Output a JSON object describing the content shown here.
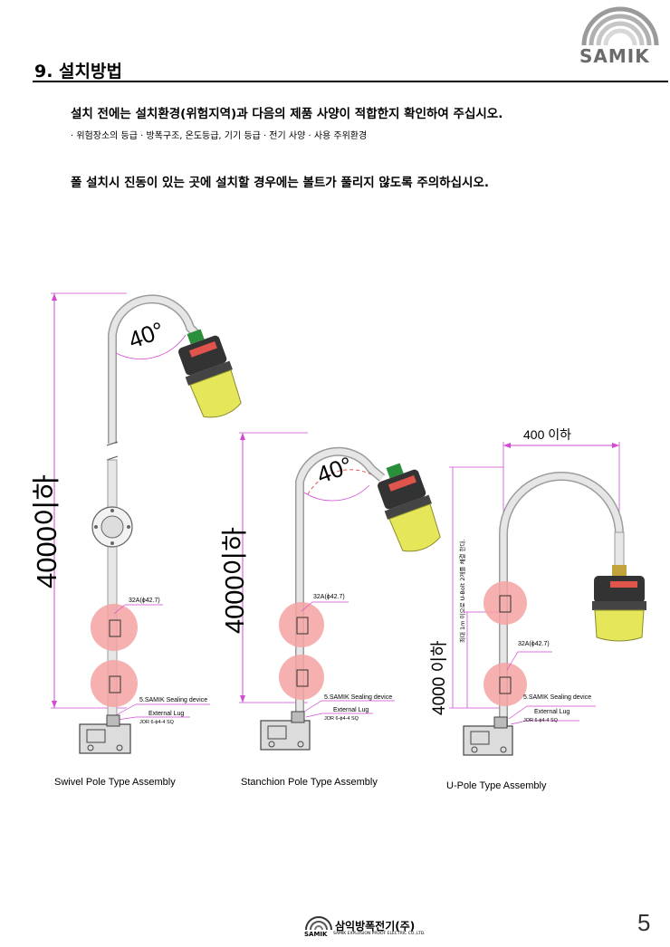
{
  "header": {
    "section_title": "9. 설치방법",
    "logo_text": "SAMIK"
  },
  "intro": {
    "line1": "설치 전에는 설치환경(위험지역)과 다음의 제품 사양이 적합한지 확인하여 주십시오.",
    "line2": "· 위험장소의 등급 · 방폭구조, 온도등급, 기기 등급 · 전기 사양 · 사용 주위환경",
    "line3": "폴 설치시 진동이 있는 곳에 설치할 경우에는 볼트가 풀리지 않도록 주의하십시오."
  },
  "figures": {
    "swivel": {
      "height_label": "4000이하",
      "angle_label": "40°",
      "pipe_label": "32A(ϕ42.7)",
      "sealing_label": "5.SAMIK Sealing device",
      "lug_label": "External Lug",
      "lug_spec": "JOR 6-ϕ4-4 SQ",
      "caption": "Swivel Pole Type Assembly"
    },
    "stanchion": {
      "height_label": "4000이하",
      "angle_label": "40°",
      "pipe_label": "32A(ϕ42.7)",
      "sealing_label": "5.SAMIK Sealing device",
      "lug_label": "External Lug",
      "lug_spec": "JOR 6-ϕ4-4 SQ",
      "caption": "Stanchion Pole Type Assembly"
    },
    "upole": {
      "width_label": "400 이하",
      "height_label": "4000 이하",
      "note_label": "최대 1m 이으로 U-Bolt 2개를 채결 한다.",
      "pipe_label": "32A(ϕ42.7)",
      "sealing_label": "5.SAMIK Sealing device",
      "lug_label": "External Lug",
      "lug_spec": "JOR 6-ϕ4-4 SQ",
      "caption": "U-Pole Type Assembly"
    }
  },
  "footer": {
    "company": "삼익방폭전기(주)",
    "brand": "SAMIK",
    "subtitle": "SAMIK EXPLOSION PROOF ELECTRIC CO.,LTD.",
    "page_number": "5"
  }
}
